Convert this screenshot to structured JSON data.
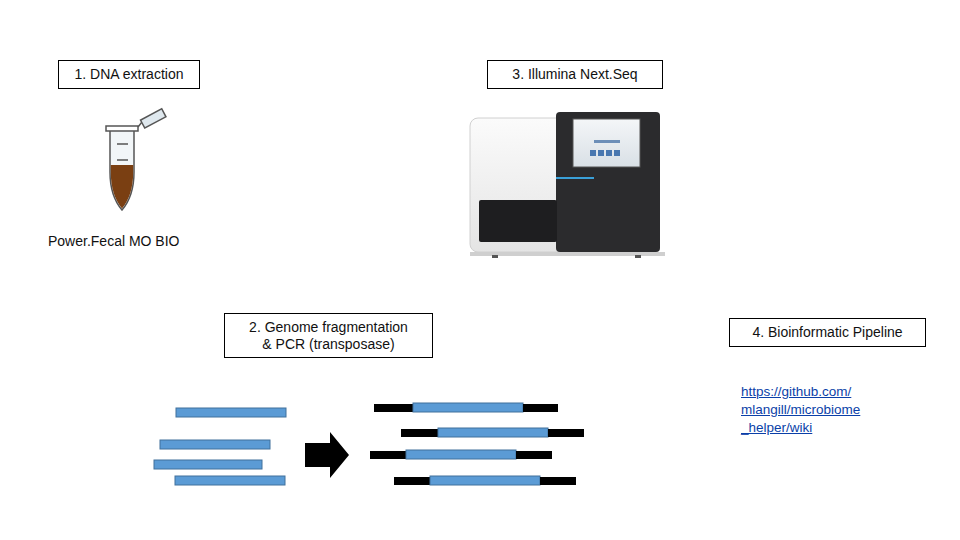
{
  "diagram": {
    "nodes": [
      {
        "text": [
          "1. DNA extraction"
        ]
      },
      {
        "text": [
          "3. Illumina Next.Seq"
        ]
      },
      {
        "text": [
          "2. Genome fragmentation & PCR (transposase)"
        ]
      },
      {
        "text": [
          "4. Bioinformatic Pipeline"
        ]
      }
    ],
    "labels": [
      "Power.Fecal MO BIO",
      "https://github.com/ mlangill/microbiome _helper/wiki"
    ]
  }
}
